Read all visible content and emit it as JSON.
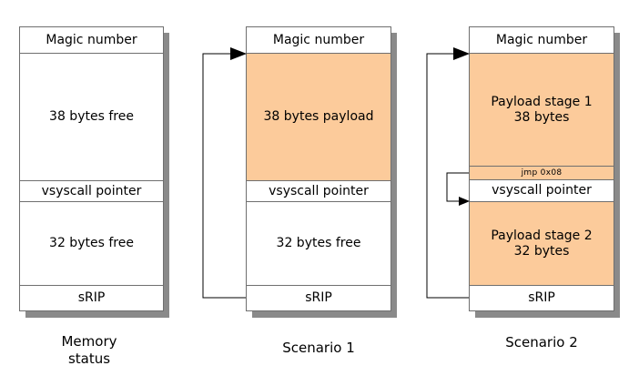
{
  "memory_status": {
    "magic": "Magic number",
    "free38": "38 bytes free",
    "vsyscall": "vsyscall pointer",
    "free32": "32 bytes free",
    "srip": "sRIP",
    "caption": "Memory\nstatus"
  },
  "scenario1": {
    "magic": "Magic number",
    "payload": "38 bytes payload",
    "vsyscall": "vsyscall pointer",
    "free32": "32 bytes free",
    "srip": "sRIP",
    "caption": "Scenario 1"
  },
  "scenario2": {
    "magic": "Magic number",
    "stage1": "Payload stage 1\n38 bytes",
    "jmp": "jmp 0x08",
    "vsyscall": "vsyscall pointer",
    "stage2": "Payload stage 2\n32 bytes",
    "srip": "sRIP",
    "caption": "Scenario 2"
  },
  "colors": {
    "payload_fill": "#fccb9b",
    "border": "#6f6f6f",
    "shadow": "#8a8a8a",
    "arrow": "#000000"
  }
}
